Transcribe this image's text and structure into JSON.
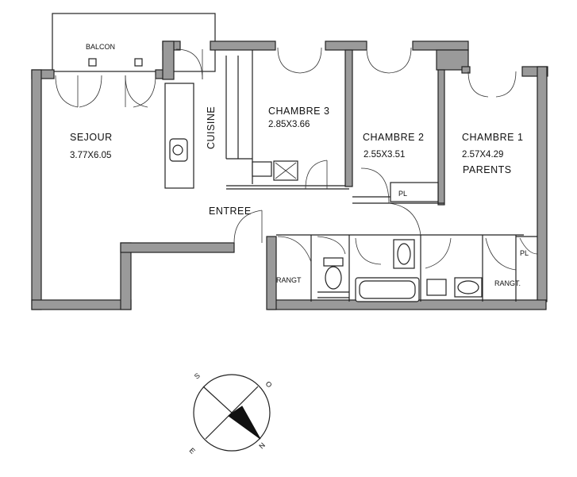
{
  "rooms": {
    "balcon": "BALCON",
    "sejour": "SEJOUR",
    "sejour_dim": "3.77X6.05",
    "cuisine": "CUISINE",
    "chambre3": "CHAMBRE 3",
    "chambre3_dim": "2.85X3.66",
    "chambre2": "CHAMBRE 2",
    "chambre2_dim": "2.55X3.51",
    "chambre1": "CHAMBRE 1",
    "chambre1_dim": "2.57X4.29",
    "parents": "PARENTS",
    "entree": "ENTREE",
    "rangt_left": "RANGT",
    "rangt_right": "RANGT.",
    "pl_ch2": "PL",
    "pl_ch1": "PL"
  },
  "compass": {
    "s": "S",
    "o": "O",
    "n": "N",
    "e": "E"
  }
}
